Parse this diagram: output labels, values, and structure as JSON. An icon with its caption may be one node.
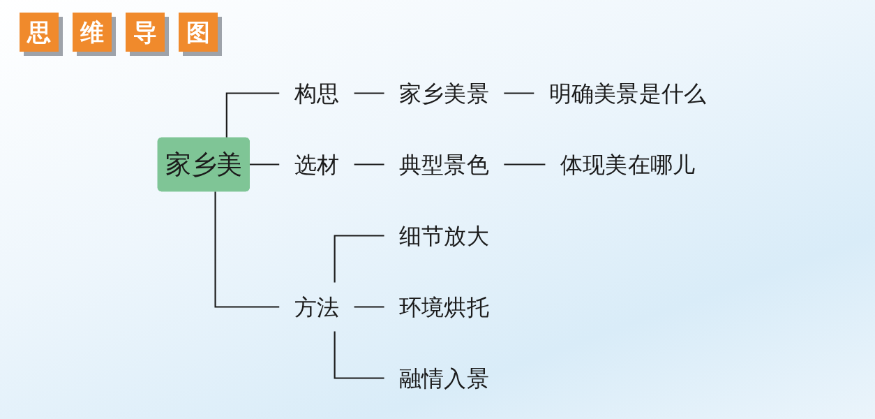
{
  "diagram": {
    "title": "思维导图",
    "nodes": [
      {
        "text": [
          "家乡美"
        ]
      },
      {
        "text": [
          "构思"
        ]
      },
      {
        "text": [
          "家乡美景"
        ]
      },
      {
        "text": [
          "明确美景是什么"
        ]
      },
      {
        "text": [
          "选材"
        ]
      },
      {
        "text": [
          "典型景色"
        ]
      },
      {
        "text": [
          "体现美在哪儿"
        ]
      },
      {
        "text": [
          "方法"
        ]
      },
      {
        "text": [
          "细节放大"
        ]
      },
      {
        "text": [
          "环境烘托"
        ]
      },
      {
        "text": [
          "融情入景"
        ]
      }
    ],
    "edges": [
      {
        "from": 0,
        "to": 1,
        "arrow": "none"
      },
      {
        "from": 1,
        "to": 2,
        "arrow": "none"
      },
      {
        "from": 2,
        "to": 3,
        "arrow": "none"
      },
      {
        "from": 0,
        "to": 4,
        "arrow": "none"
      },
      {
        "from": 4,
        "to": 5,
        "arrow": "none"
      },
      {
        "from": 5,
        "to": 6,
        "arrow": "none"
      },
      {
        "from": 0,
        "to": 7,
        "arrow": "none"
      },
      {
        "from": 7,
        "to": 8,
        "arrow": "none"
      },
      {
        "from": 7,
        "to": 9,
        "arrow": "none"
      },
      {
        "from": 7,
        "to": 10,
        "arrow": "none"
      }
    ]
  }
}
